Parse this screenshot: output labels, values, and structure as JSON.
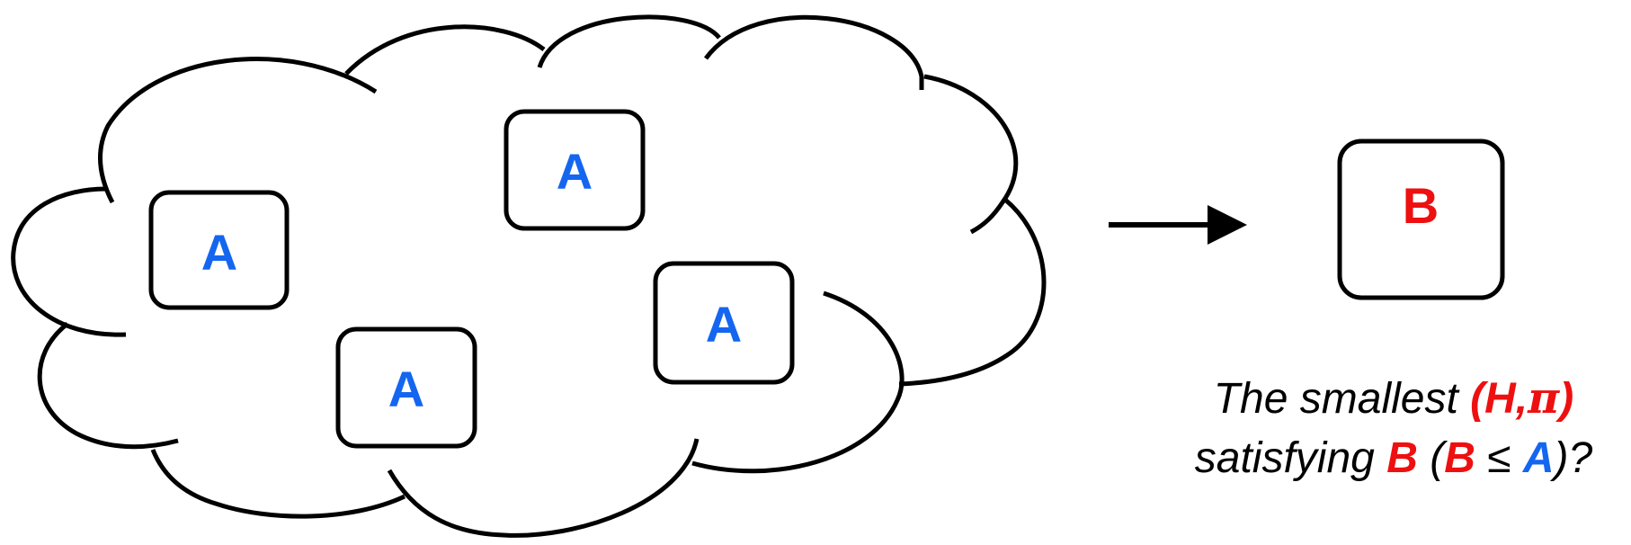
{
  "colors": {
    "blue": "#1466f0",
    "red": "#ee1010",
    "stroke": "#000000"
  },
  "cloud_boxes": [
    {
      "label": "A"
    },
    {
      "label": "A"
    },
    {
      "label": "A"
    },
    {
      "label": "A"
    }
  ],
  "result_box": {
    "label": "B"
  },
  "caption": {
    "line1_prefix": "The smallest ",
    "open_paren": "(",
    "H": "H",
    "comma": ",",
    "pi": "π",
    "close_paren": ")",
    "line2_prefix": "satisfying ",
    "B1": "B",
    "paren_open": " (",
    "B2": "B",
    "leq": " ≤ ",
    "A": "A",
    "suffix": ")?"
  }
}
